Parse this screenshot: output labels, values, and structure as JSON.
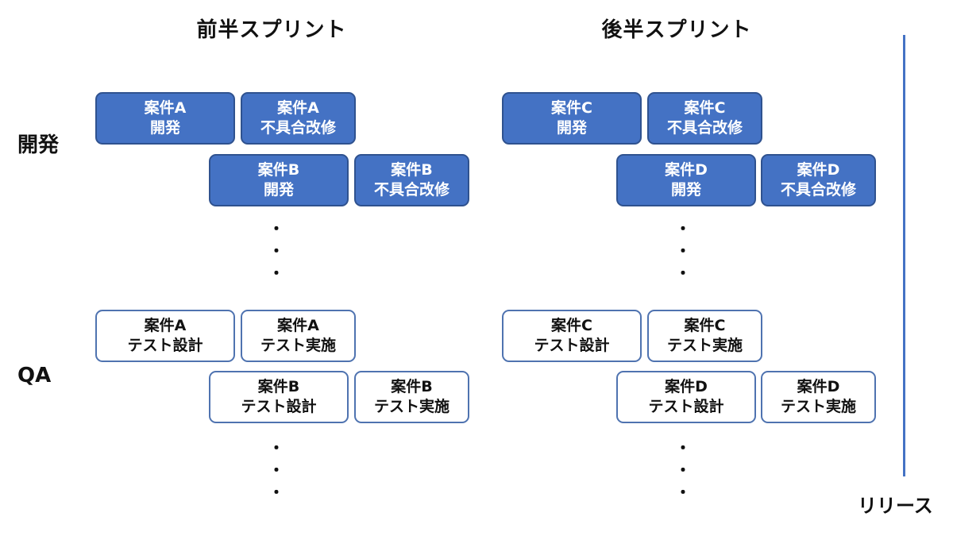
{
  "headings": {
    "first_sprint": "前半スプリント",
    "second_sprint": "後半スプリント"
  },
  "row_labels": {
    "dev": "開発",
    "qa": "QA"
  },
  "dev_tasks": {
    "a_dev": {
      "line1": "案件A",
      "line2": "開発"
    },
    "a_fix": {
      "line1": "案件A",
      "line2": "不具合改修"
    },
    "b_dev": {
      "line1": "案件B",
      "line2": "開発"
    },
    "b_fix": {
      "line1": "案件B",
      "line2": "不具合改修"
    },
    "c_dev": {
      "line1": "案件C",
      "line2": "開発"
    },
    "c_fix": {
      "line1": "案件C",
      "line2": "不具合改修"
    },
    "d_dev": {
      "line1": "案件D",
      "line2": "開発"
    },
    "d_fix": {
      "line1": "案件D",
      "line2": "不具合改修"
    }
  },
  "qa_tasks": {
    "a_design": {
      "line1": "案件A",
      "line2": "テスト設計"
    },
    "a_exec": {
      "line1": "案件A",
      "line2": "テスト実施"
    },
    "b_design": {
      "line1": "案件B",
      "line2": "テスト設計"
    },
    "b_exec": {
      "line1": "案件B",
      "line2": "テスト実施"
    },
    "c_design": {
      "line1": "案件C",
      "line2": "テスト設計"
    },
    "c_exec": {
      "line1": "案件C",
      "line2": "テスト実施"
    },
    "d_design": {
      "line1": "案件D",
      "line2": "テスト設計"
    },
    "d_exec": {
      "line1": "案件D",
      "line2": "テスト実施"
    }
  },
  "continuation_dot": "・",
  "release_label": "リリース",
  "colors": {
    "dev_fill": "#4472c4",
    "dev_border": "#2f528f",
    "qa_border": "#4f73b0",
    "release_line": "#4472c4"
  }
}
